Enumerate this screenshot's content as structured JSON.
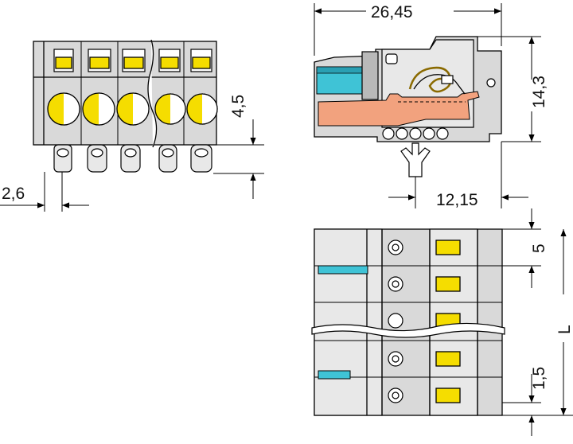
{
  "dimensions": {
    "width_top": "26,45",
    "height_right": "14,3",
    "pin_offset": "12,15",
    "front_height": "4,5",
    "pin_pitch_left": "2,6",
    "pitch_bottom": "5",
    "edge_bottom": "1,5",
    "length_label": "L"
  },
  "colors": {
    "housing": "#d9d9d9",
    "release_button": "#f5dd00",
    "actuator": "#3fc3d6",
    "contact": "#f2a27e"
  }
}
